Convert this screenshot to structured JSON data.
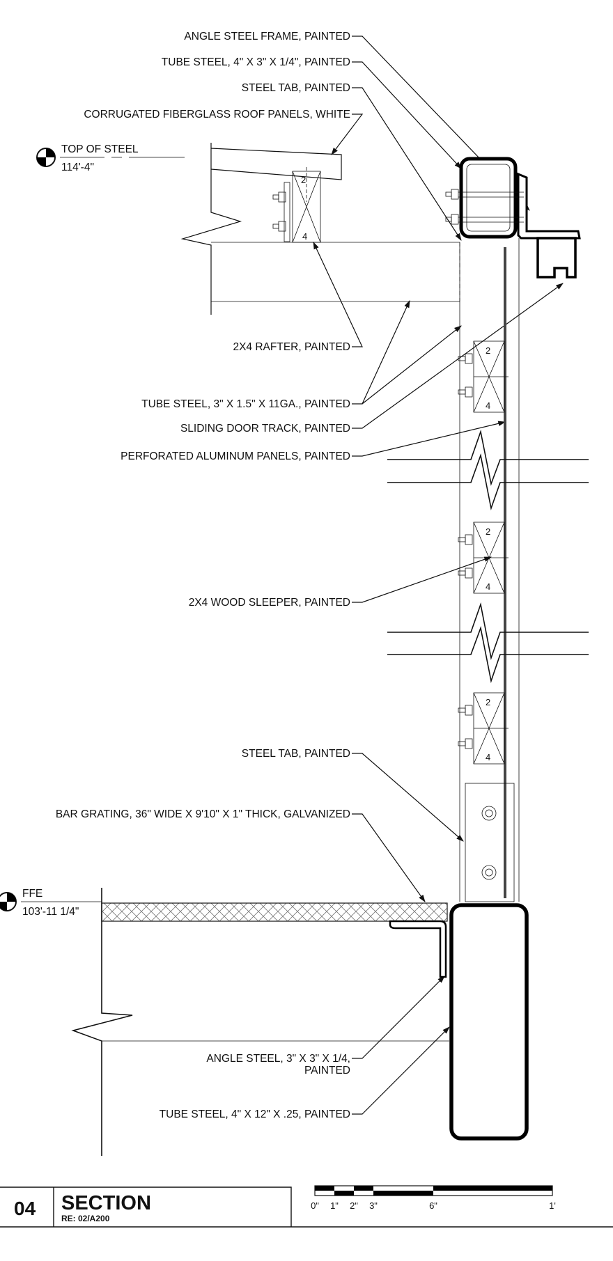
{
  "title_block": {
    "number": "04",
    "title": "SECTION",
    "reference": "RE: 02/A200"
  },
  "elevations": {
    "top_of_steel": {
      "label": "TOP OF STEEL",
      "value": "114'-4\""
    },
    "ffe": {
      "label": "FFE",
      "value": "103'-11 1/4\""
    }
  },
  "callouts": {
    "angle_frame": "ANGLE STEEL FRAME, PAINTED",
    "tube_top": "TUBE STEEL, 4\" X 3\" X 1/4\", PAINTED",
    "tab_top": "STEEL TAB, PAINTED",
    "roof_panels": "CORRUGATED FIBERGLASS ROOF PANELS, WHITE",
    "rafter": "2X4 RAFTER, PAINTED",
    "tube_mid": "TUBE STEEL, 3\" X 1.5\" X 11GA., PAINTED",
    "door_track": "SLIDING DOOR TRACK, PAINTED",
    "perforated": "PERFORATED ALUMINUM PANELS, PAINTED",
    "sleeper": "2X4 WOOD SLEEPER, PAINTED",
    "tab_bottom": "STEEL TAB, PAINTED",
    "grating": "BAR GRATING, 36\" WIDE X  9'10\" X 1\" THICK, GALVANIZED",
    "angle_bottom_1": "ANGLE STEEL, 3\" X 3\" X 1/4,",
    "angle_bottom_2": "PAINTED",
    "tube_bottom": "TUBE STEEL, 4\" X 12\" X .25, PAINTED"
  },
  "lumber_marks": {
    "two": "2",
    "four": "4"
  },
  "scale_bar": {
    "labels": [
      "0\"",
      "1\"",
      "2\"",
      "3\"",
      "6\"",
      "1'"
    ]
  }
}
